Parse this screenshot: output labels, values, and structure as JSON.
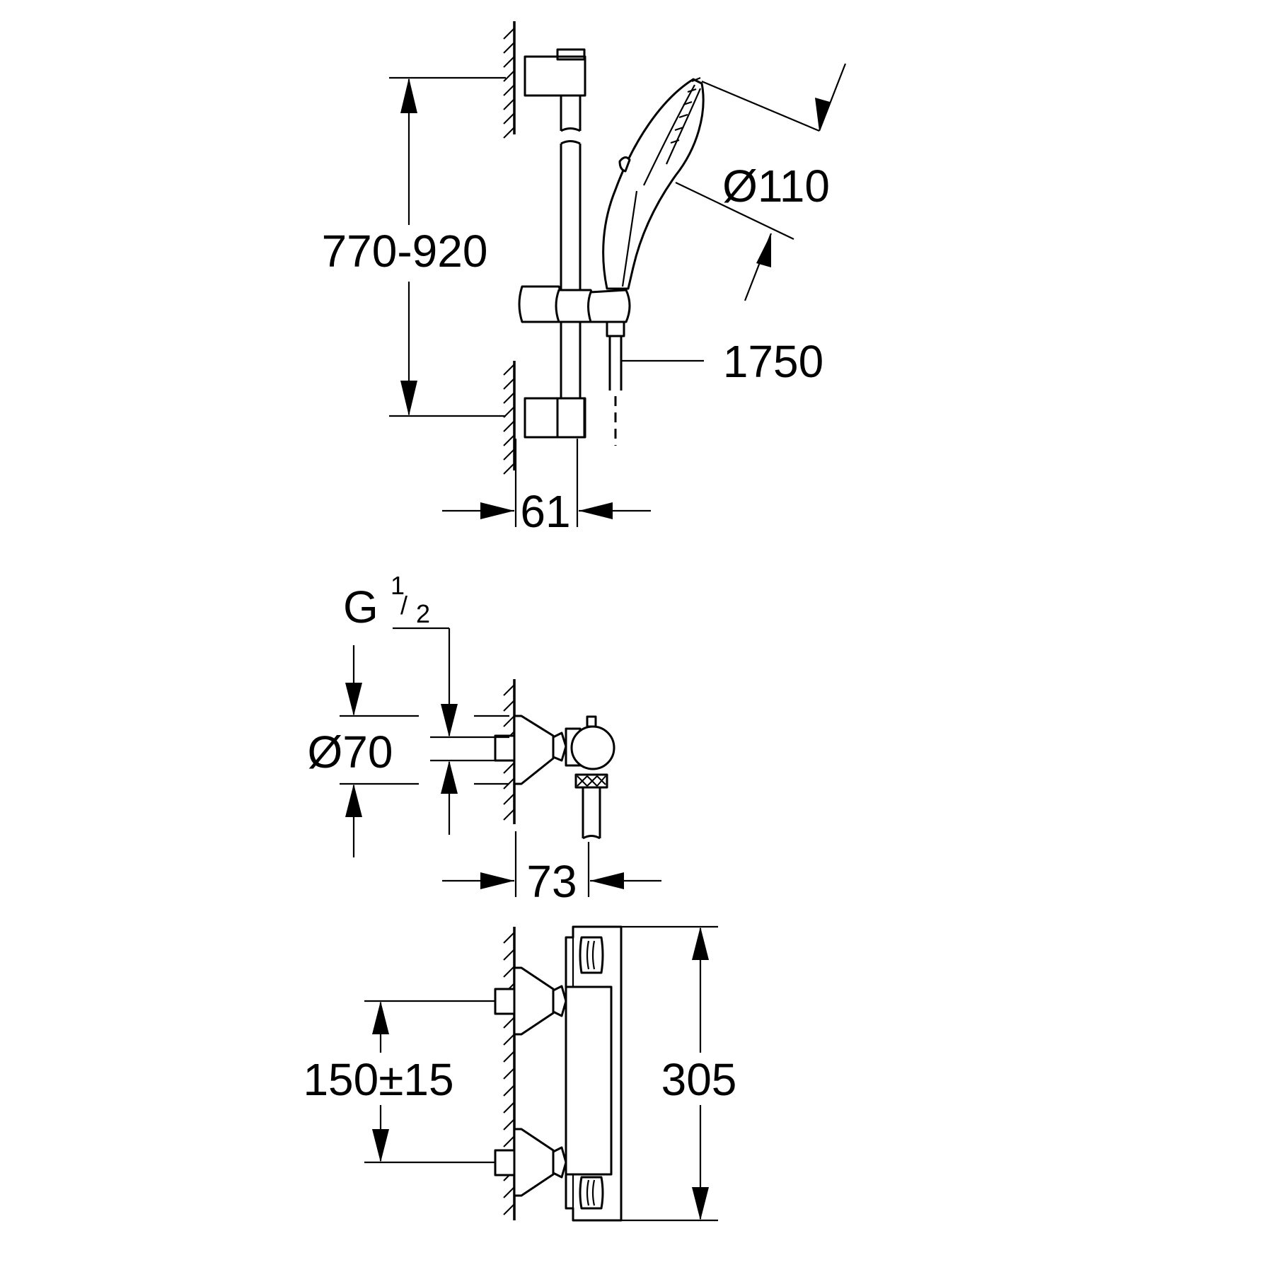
{
  "dimensions": {
    "rail_height": "770-920",
    "handshower_diameter": "Ø110",
    "hose_length": "1750",
    "rail_depth": "61",
    "connection_thread_main": "G",
    "connection_thread_num": "1",
    "connection_thread_sep": "/",
    "connection_thread_den": "2",
    "escutcheon_diameter": "Ø70",
    "mixer_depth": "73",
    "centre_distance": "150±15",
    "mixer_length": "305"
  }
}
